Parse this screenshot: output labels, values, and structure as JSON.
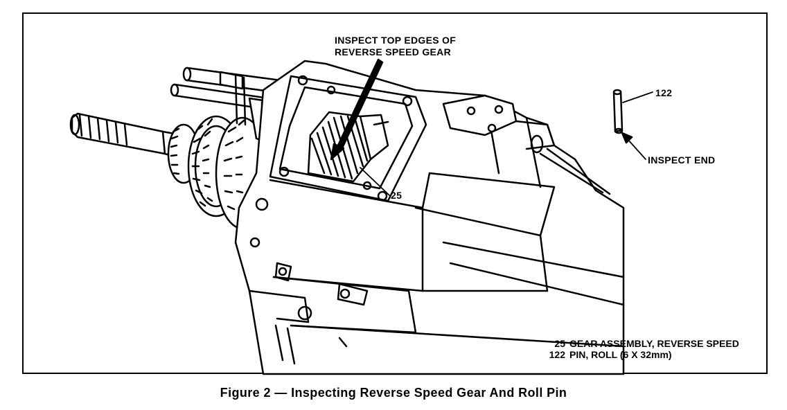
{
  "callouts": {
    "top_edges_line1": "INSPECT TOP EDGES OF",
    "top_edges_line2": "REVERSE SPEED GEAR",
    "part_122": "122",
    "inspect_end": "INSPECT END",
    "part_25": "25"
  },
  "legend": [
    {
      "number": "25",
      "text": "GEAR ASSEMBLY, REVERSE SPEED"
    },
    {
      "number": "122",
      "text": "PIN, ROLL (6 X 32mm)"
    }
  ],
  "caption": "Figure 2 — Inspecting Reverse Speed Gear And Roll Pin"
}
